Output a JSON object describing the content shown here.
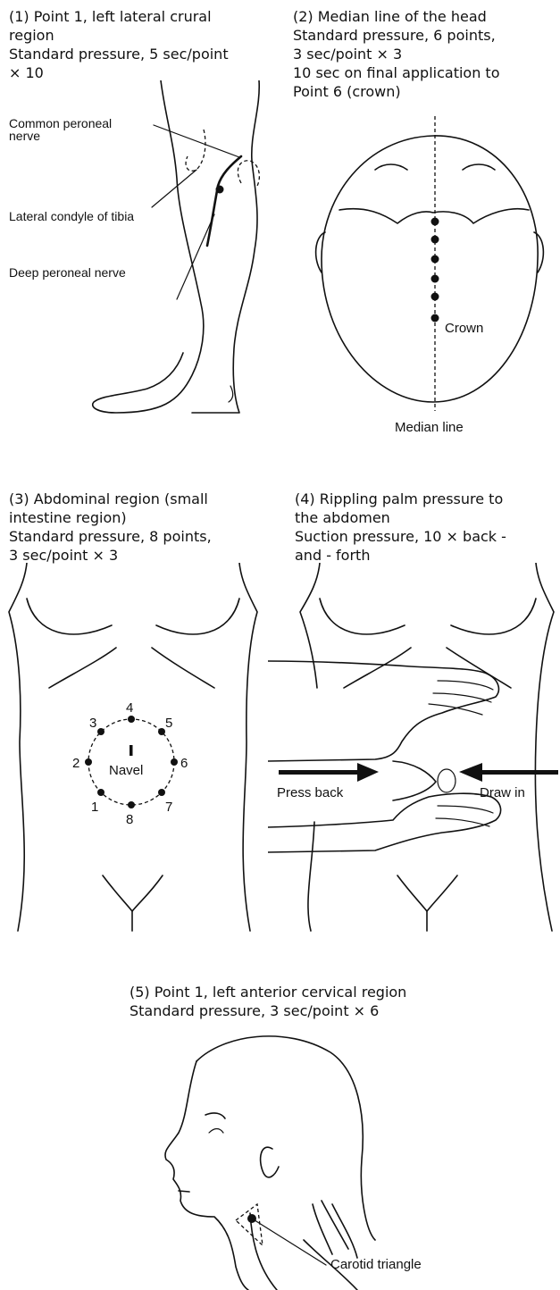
{
  "panels": [
    {
      "caption": "(1) Point 1, left lateral crural\nregion\nStandard pressure, 5 sec/point\n× 10",
      "labels": {
        "common_peroneal": "Common peroneal\nnerve",
        "lateral_condyle": "Lateral condyle of tibia",
        "deep_peroneal": "Deep peroneal nerve"
      }
    },
    {
      "caption": "(2) Median line of the head\nStandard pressure, 6 points,\n3 sec/point × 3\n10 sec on final application to\nPoint 6 (crown)",
      "labels": {
        "crown": "Crown",
        "median_line": "Median line"
      }
    },
    {
      "caption": "(3) Abdominal region (small\nintestine region)\nStandard pressure, 8 points,\n3 sec/point × 3",
      "labels": {
        "navel": "Navel",
        "points": [
          "1",
          "2",
          "3",
          "4",
          "5",
          "6",
          "7",
          "8"
        ]
      }
    },
    {
      "caption": "(4) Rippling palm pressure to\nthe abdomen\nSuction pressure, 10 × back -\nand - forth",
      "labels": {
        "press_back": "Press back",
        "draw_in": "Draw in"
      }
    },
    {
      "caption": "(5) Point 1, left anterior cervical region\nStandard pressure, 3 sec/point × 6",
      "labels": {
        "carotid": "Carotid triangle"
      }
    }
  ]
}
